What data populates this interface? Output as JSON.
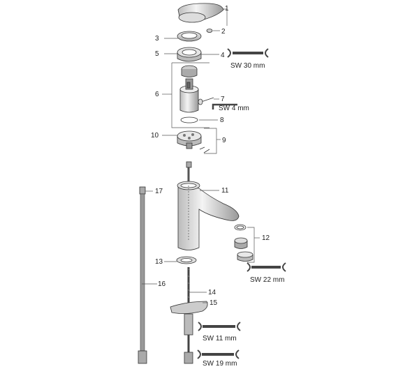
{
  "callouts": {
    "n1": "1",
    "n2": "2",
    "n3": "3",
    "n4": "4",
    "n5": "5",
    "n6": "6",
    "n7": "7",
    "n8": "8",
    "n9": "9",
    "n10": "10",
    "n11": "11",
    "n12": "12",
    "n13": "13",
    "n14": "14",
    "n15": "15",
    "n16": "16",
    "n17": "17"
  },
  "wrench_sizes": {
    "sw30": "SW 30 mm",
    "sw4": "SW 4 mm",
    "sw22": "SW 22 mm",
    "sw11": "SW 11 mm",
    "sw19": "SW 19 mm"
  },
  "colors": {
    "line": "#555555",
    "fill_light": "#eeeeee",
    "fill_mid": "#cccccc",
    "fill_dark": "#888888"
  }
}
